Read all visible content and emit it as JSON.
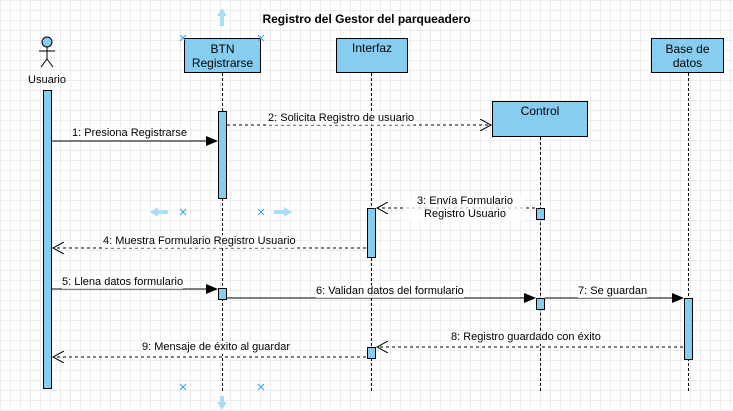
{
  "title": "Registro del Gestor del parqueadero",
  "actor": {
    "label": "Usuario"
  },
  "participants": {
    "btn": "BTN\nRegistrarse",
    "interfaz": "Interfaz",
    "control": "Control",
    "db": "Base de\ndatos"
  },
  "messages": [
    {
      "id": "m1",
      "text": "1: Presiona Registrarse",
      "kind": "sync"
    },
    {
      "id": "m2",
      "text": "2: Solicita Registro de usuario",
      "kind": "async"
    },
    {
      "id": "m3",
      "text": "3: Envía Formulario\nRegistro Usuario",
      "kind": "return"
    },
    {
      "id": "m4",
      "text": "4: Muestra Formulario Registro Usuario",
      "kind": "return"
    },
    {
      "id": "m5",
      "text": "5: Llena datos formulario",
      "kind": "sync"
    },
    {
      "id": "m6",
      "text": "6: Validan datos del formulario",
      "kind": "sync"
    },
    {
      "id": "m7",
      "text": "7: Se guardan",
      "kind": "sync"
    },
    {
      "id": "m8",
      "text": "8: Registro guardado con éxito",
      "kind": "return"
    },
    {
      "id": "m9",
      "text": "9: Mensaje de éxito al guardar",
      "kind": "return"
    }
  ],
  "colors": {
    "participant_fill": "#87cdf0",
    "selection_handle": "#2fa6e0"
  }
}
